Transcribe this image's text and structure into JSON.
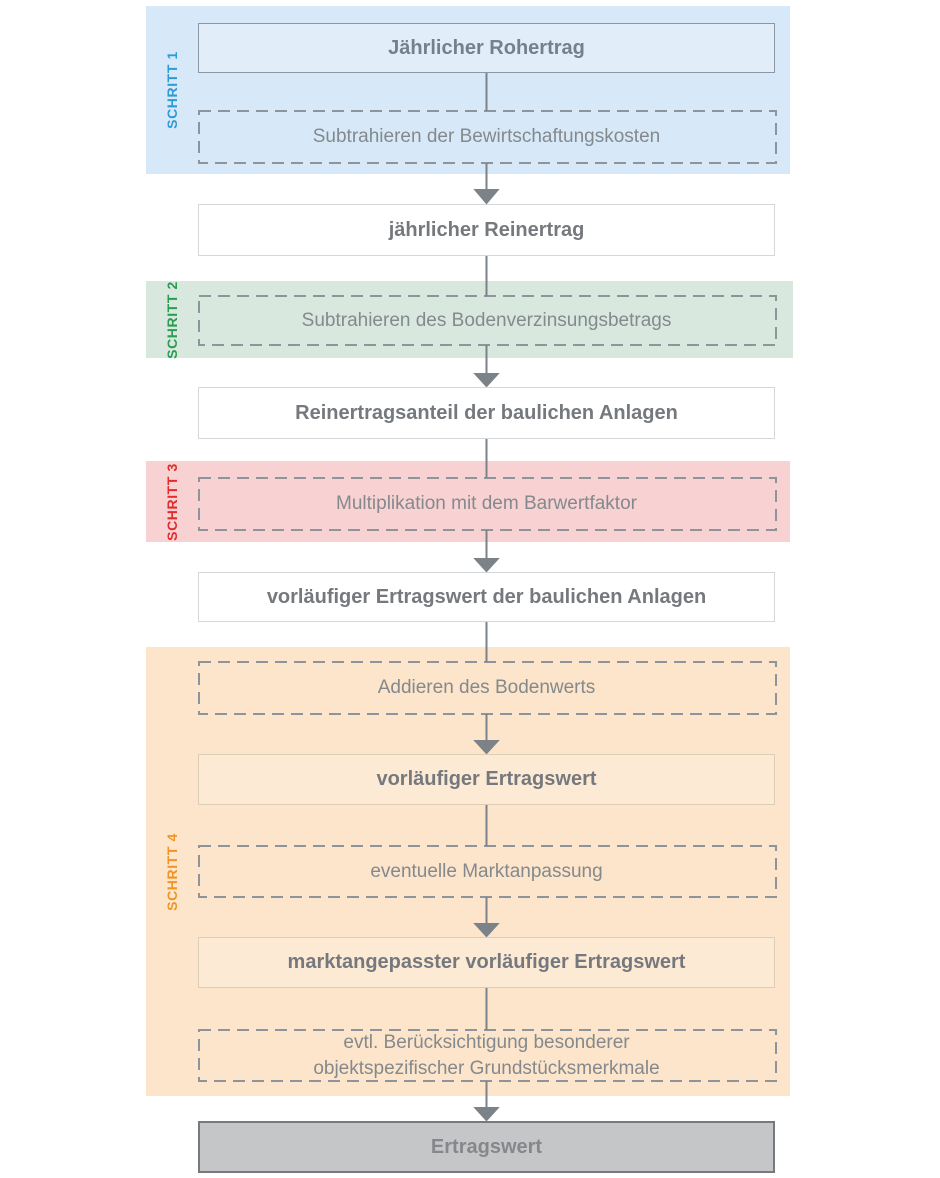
{
  "steps": [
    {
      "label": "SCHRITT 1",
      "color": "#2e9bd6",
      "band": "#d7e9f8"
    },
    {
      "label": "SCHRITT 2",
      "color": "#2a9d52",
      "band": "#d8e8de"
    },
    {
      "label": "SCHRITT 3",
      "color": "#e12c2c",
      "band": "#f8d2d2"
    },
    {
      "label": "SCHRITT 4",
      "color": "#ef9527",
      "band": "#fce5ca"
    }
  ],
  "boxes": {
    "rohertrag": "Jährlicher Rohertrag",
    "bewirtschaftungskosten": "Subtrahieren der Bewirtschaftungskosten",
    "reinertrag": "jährlicher Reinertrag",
    "bodenverzinsung": "Subtrahieren des Bodenverzinsungsbetrags",
    "reinertragsanteil": "Reinertragsanteil der baulichen Anlagen",
    "barwertfaktor": "Multiplikation mit dem Barwertfaktor",
    "vorl_ertragswert_anlagen": "vorläufiger Ertragswert der baulichen Anlagen",
    "bodenwert": "Addieren des Bodenwerts",
    "vorl_ertragswert": "vorläufiger Ertragswert",
    "marktanpassung": "eventuelle Marktanpassung",
    "marktangepasst": "marktangepasster vorläufiger Ertragswert",
    "grundstuecksmerkmale_1": "evtl. Berücksichtigung besonderer",
    "grundstuecksmerkmale_2": "objektspezifischer Grundstücksmerkmale",
    "ertragswert": "Ertragswert"
  }
}
